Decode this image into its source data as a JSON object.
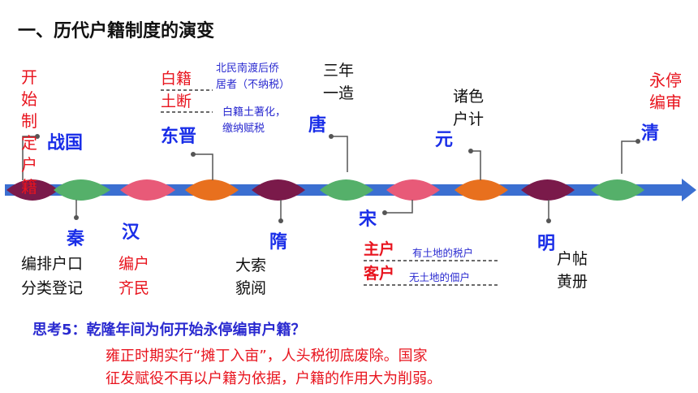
{
  "title": "一、历代户籍制度的演变",
  "dynasties": {
    "zhanguo": "战国",
    "qin": "秦",
    "han": "汉",
    "dongjin": "东晋",
    "sui": "隋",
    "tang": "唐",
    "song": "宋",
    "yuan": "元",
    "ming": "明",
    "qing": "清"
  },
  "events": {
    "zhanguo": "开始制定户籍",
    "qin_line1": "编排户口",
    "qin_line2": "分类登记",
    "han_line1": "编户",
    "han_line2": "齐民",
    "baiji": "白籍",
    "tuduan": "土断",
    "baiji_desc_1": "北民南渡后侨",
    "baiji_desc_2": "居者（不纳税）",
    "tuduan_desc_1": "白籍土著化，",
    "tuduan_desc_2": "缴纳赋税",
    "sui_line1": "大索",
    "sui_line2": "貌阅",
    "tang_line1": "三年",
    "tang_line2": "一造",
    "zhuhu": "主户",
    "kehu": "客户",
    "zhuhu_desc": "有土地的税户",
    "kehu_desc": "无土地的佃户",
    "yuan_line1": "诸色",
    "yuan_line2": "户计",
    "ming_line1": "户帖",
    "ming_line2": "黄册",
    "qing": "永停编审"
  },
  "question": "思考5：乾隆年间为何开始永停编审户籍？",
  "answer_line1": "雍正时期实行“摊丁入亩”，人头税彻底废除。国家",
  "answer_line2": "征发赋役不再以户籍为依据，户籍的作用大为削弱。",
  "colors": {
    "axis": "#3b6fd1",
    "purple": "#7a1a4a",
    "green": "#55b06a",
    "pink": "#e85a78",
    "orange": "#e8701e",
    "red_text": "#e8141e",
    "blue_text": "#1a2ee8"
  }
}
